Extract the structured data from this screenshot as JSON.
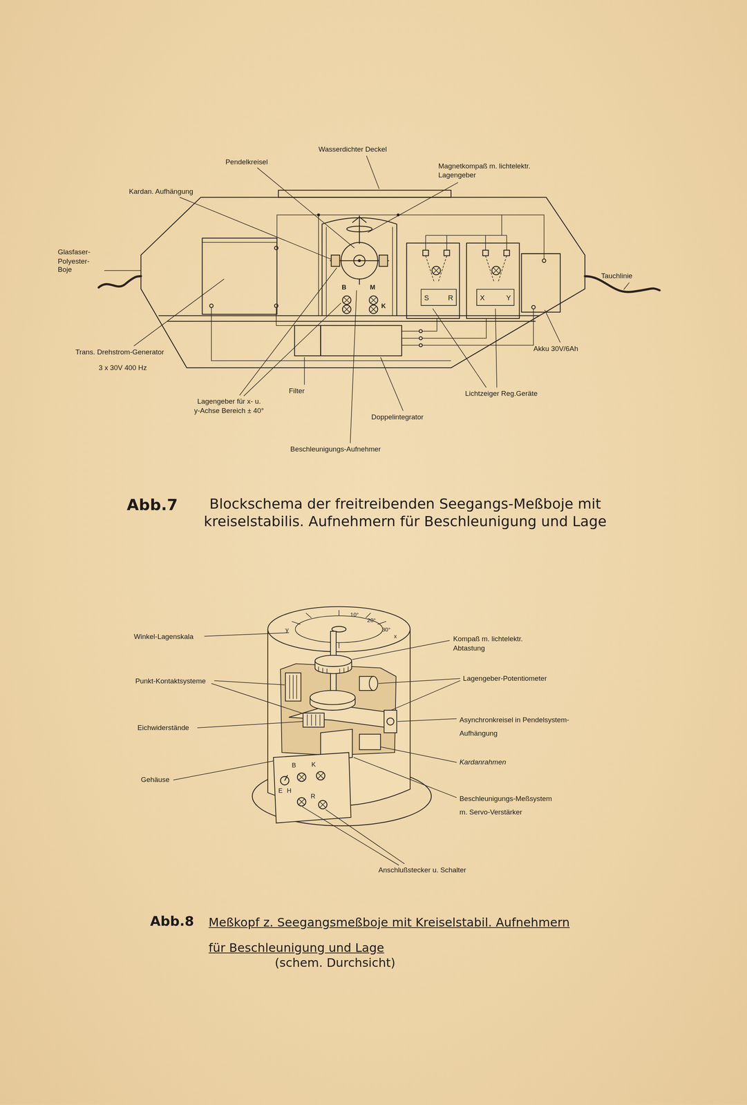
{
  "diagram": {
    "nodes": [
      {
        "text": [
          "S",
          "R"
        ]
      },
      {
        "text": [
          "X",
          "Y"
        ]
      }
    ],
    "labels": [
      "Wasserdichter Deckel",
      "Pendelkreisel",
      "Magnetkompaß m. lichtelektr. Lagengeber",
      "Kardan. Aufhängung",
      "Glasfaser- Polyester- Boje",
      "Tauchlinie",
      "Trans. Drehstrom-Generator",
      "3 x 30V 400 Hz",
      "Akku 30V/6Ah",
      "Filter",
      "Lichtzeiger Reg.Geräte",
      "Lagengeber für x- u. y-Achse Bereich ± 40°",
      "Doppelintegrator",
      "Beschleunigungs-Aufnehmer",
      "B",
      "M",
      "K",
      "Abb.7",
      "Blockschema der freitreibenden Seegangs-Meßboje mit kreiselstabilis. Aufnehmern für Beschleunigung und Lage",
      "Winkel-Lagenskala",
      "y",
      "10°",
      "20°",
      "30°",
      "x",
      "Kompaß m. lichtelektr. Abtastung",
      "Punkt-Kontaktsysteme",
      "Lagengeber-Potentiometer",
      "Eichwiderstände",
      "Asynchronkreisel in Pendelsystem-Aufhängung",
      "Kardanrahmen",
      "Gehäuse",
      "Beschleunigungs-Meßsystem m. Servo-Verstärker",
      "B",
      "K",
      "E",
      "H",
      "R",
      "Anschlußstecker u. Schalter",
      "Abb.8",
      "Meßkopf z. Seegangsmeßboje mit Kreiselstabil. Aufnehmern für Beschleunigung und Lage",
      "(schem. Durchsicht)"
    ]
  }
}
